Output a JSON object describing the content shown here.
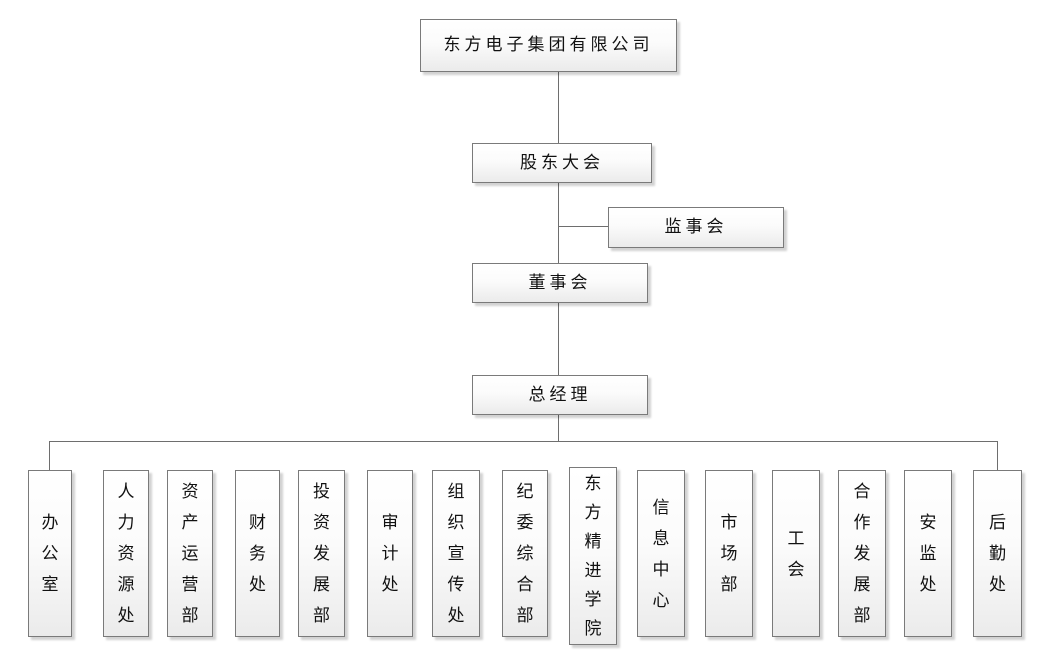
{
  "org_chart": {
    "root": {
      "label": "东方电子集团有限公司"
    },
    "shareholders_meeting": {
      "label": "股东大会"
    },
    "supervisory_board": {
      "label": "监事会"
    },
    "board_of_directors": {
      "label": "董事会"
    },
    "general_manager": {
      "label": "总经理"
    },
    "departments": [
      {
        "label": "办公室"
      },
      {
        "label": "人力资源处"
      },
      {
        "label": "资产运营部"
      },
      {
        "label": "财务处"
      },
      {
        "label": "投资发展部"
      },
      {
        "label": "审计处"
      },
      {
        "label": "组织宣传处"
      },
      {
        "label": "纪委综合部"
      },
      {
        "label": "东方精进学院"
      },
      {
        "label": "信息中心"
      },
      {
        "label": "市场部"
      },
      {
        "label": "工会"
      },
      {
        "label": "合作发展部"
      },
      {
        "label": "安监处"
      },
      {
        "label": "后勤处"
      }
    ]
  },
  "colors": {
    "box_border": "#7a7a7a",
    "box_fill_top": "#ffffff",
    "box_fill_bottom": "#ebebeb",
    "connector": "#6e6e6e",
    "text": "#111111",
    "background": "#ffffff"
  }
}
